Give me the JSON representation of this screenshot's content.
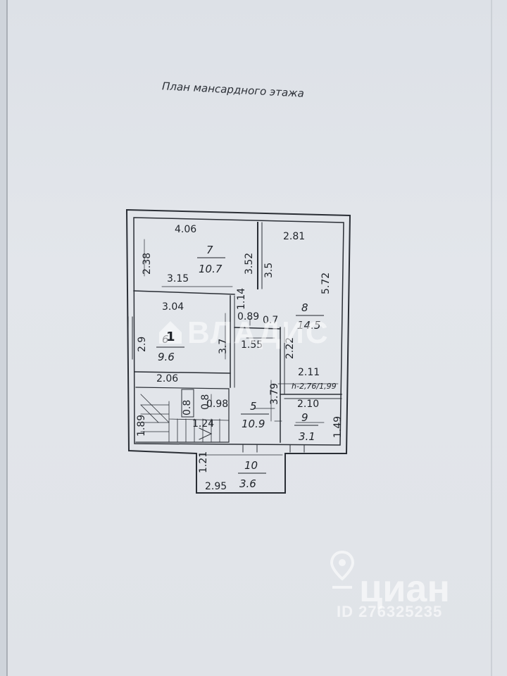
{
  "title": "План мансардного этажа",
  "rooms": [
    {
      "number": "7",
      "area": "10.7"
    },
    {
      "number": "8",
      "area": "14.5"
    },
    {
      "number": "6",
      "area": "9.6"
    },
    {
      "number": "5",
      "area": "10.9"
    },
    {
      "number": "9",
      "area": "3.1"
    },
    {
      "number": "10",
      "area": "3.6"
    }
  ],
  "dimensions": {
    "d406": "4.06",
    "d281": "2.81",
    "d238": "2.38",
    "d352": "3.52",
    "d35": "3.5",
    "d572": "5.72",
    "d315": "3.15",
    "d114": "1.14",
    "d304": "3.04",
    "d089": "0.89",
    "d07": "0.7",
    "d29": "2.9",
    "d37": "3.7",
    "d155": "1.55",
    "d222": "2.22",
    "d211": "2.11",
    "height": "h-2,76/1,99",
    "d206": "2.06",
    "d08": "0.8",
    "d08b": "0.8",
    "d098": "0.98",
    "d379": "3.79",
    "d210": "2.10",
    "d189": "1.89",
    "d124": "1.24",
    "d149": "1.49",
    "d121": "1.21",
    "d295": "2.95"
  },
  "watermarks": {
    "vladis": "ВЛАДИС",
    "cian": "циан",
    "listing_id": "ID 276325235"
  }
}
